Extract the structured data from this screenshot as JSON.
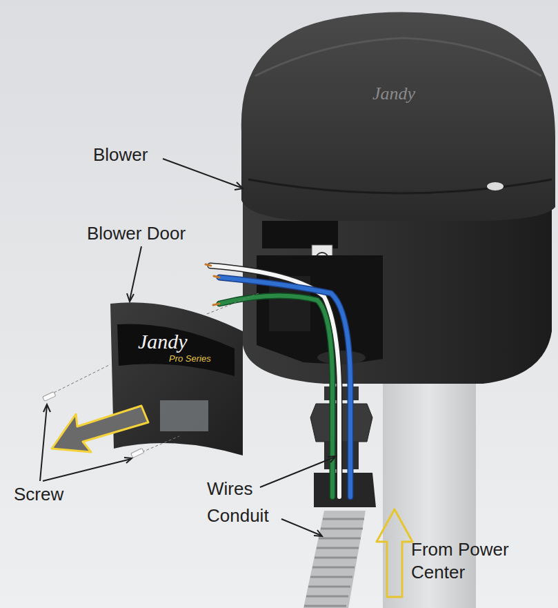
{
  "diagram": {
    "labels": [
      "Blower",
      "Blower Door",
      "Screw",
      "Wires",
      "Conduit",
      "From Power Center",
      "Jandy",
      "Jandy",
      "Pro Series"
    ]
  }
}
